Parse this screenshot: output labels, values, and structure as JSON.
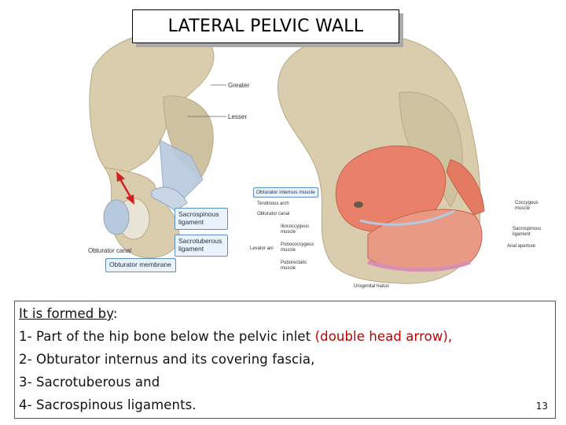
{
  "title": "LATERAL PELVIC WALL",
  "figure_left": {
    "labels": {
      "greater": "Greater",
      "lesser": "Lesser",
      "sacrospinous": "Sacrospinous ligament",
      "sacrotuberous": "Sacrotuberous ligament",
      "obturator_canal": "Obturator canal",
      "obturator_membrane": "Obturator membrane"
    }
  },
  "figure_right": {
    "labels": {
      "obturator_internus": "Obturator internus muscle",
      "tendinous_arch": "Tendinous arch",
      "obturator_canal": "Obturator canal",
      "iliococcygeus": "Iliococcygeus muscle",
      "pubococcygeus": "Pubococcygeus muscle",
      "puborectalis": "Puborectalis muscle",
      "levator_ani": "Levator ani",
      "coccygeus": "Coccygeus muscle",
      "sacrospinous": "Sacrospinous ligament",
      "anal_aperture": "Anal aperture",
      "urogenital_hiatus": "Urogenital hiatus"
    }
  },
  "body": {
    "heading": "It is formed by",
    "heading_colon": ":",
    "item1_prefix": "1- Part of the hip bone below the pelvic inlet ",
    "item1_highlight": "(double head arrow),",
    "item2": "2- Obturator internus and its covering fascia,",
    "item3": "3- Sacrotuberous and",
    "item4": "4- Sacrospinous ligaments."
  },
  "slide_number": "13",
  "colors": {
    "bone": "#d9cdae",
    "muscle": "#e8806a",
    "ligament": "#b7c9dd",
    "callout_border": "#5a8fc7",
    "arrow": "#d32020",
    "highlight_text": "#c00000"
  }
}
